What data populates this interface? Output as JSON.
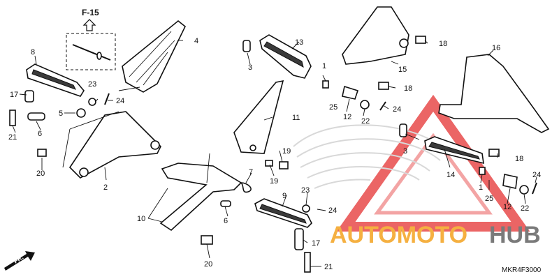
{
  "diagram": {
    "ref_label": "F-15",
    "code": "MKR4F3000",
    "fr_label": "FR.",
    "colors": {
      "watermark_red": "#e84a4a",
      "brand_orange": "#f5b041",
      "brand_gray": "#7a7a7a"
    }
  },
  "watermark": {
    "part1": "AUTOMOTO",
    "part2": "HUB"
  },
  "callouts": {
    "c1a": "1",
    "c1b": "1",
    "c2": "2",
    "c3a": "3",
    "c3b": "3",
    "c4": "4",
    "c5": "5",
    "c6a": "6",
    "c6b": "6",
    "c7": "7",
    "c8": "8",
    "c9": "9",
    "c10": "10",
    "c11": "11",
    "c12a": "12",
    "c12b": "12",
    "c13": "13",
    "c14": "14",
    "c15": "15",
    "c16": "16",
    "c17a": "17",
    "c17b": "17",
    "c18a": "18",
    "c18b": "18",
    "c18c": "18",
    "c19a": "19",
    "c19b": "19",
    "c20a": "20",
    "c20b": "20",
    "c21a": "21",
    "c21b": "21",
    "c22a": "22",
    "c22b": "22",
    "c23a": "23",
    "c23b": "23",
    "c24a": "24",
    "c24b": "24",
    "c24c": "24",
    "c24d": "24",
    "c25a": "25",
    "c25b": "25"
  }
}
